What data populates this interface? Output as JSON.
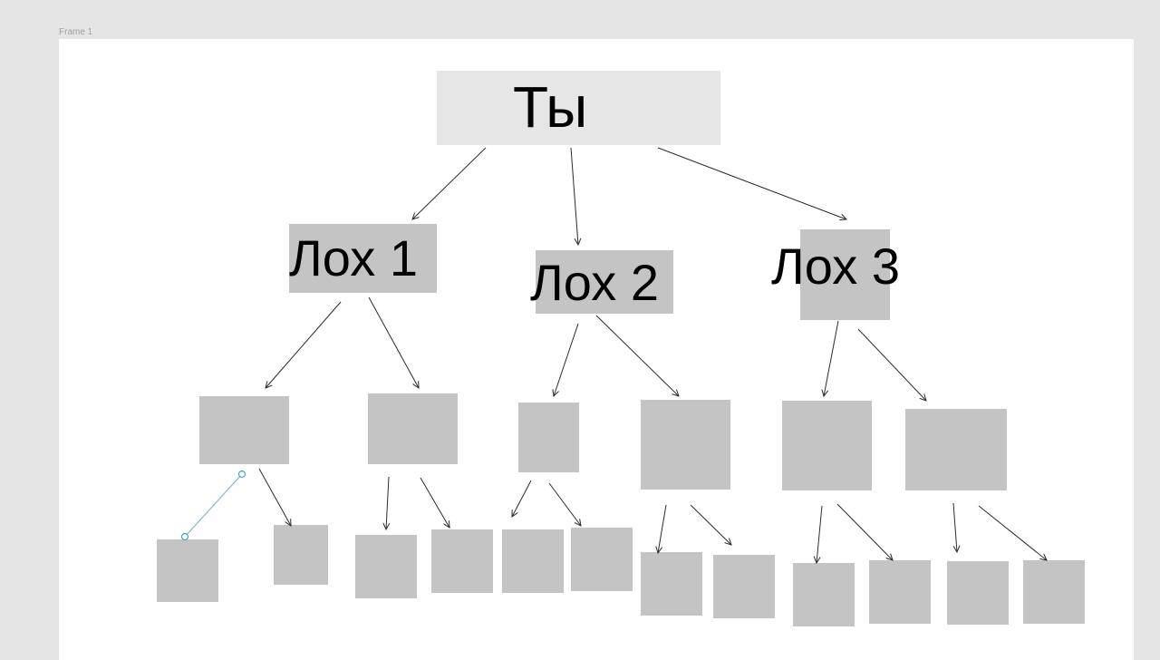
{
  "canvas": {
    "frame_label": "Frame 1"
  },
  "diagram": {
    "root": {
      "label": "Ты"
    },
    "children": [
      {
        "label": "Лох 1"
      },
      {
        "label": "Лох 2"
      },
      {
        "label": "Лох 3"
      }
    ]
  },
  "colors": {
    "canvas_background": "#e5e5e5",
    "frame_background": "#ffffff",
    "root_fill": "#e6e6e6",
    "node_fill": "#c4c4c4",
    "connector": "#2b2b2b",
    "selection": "#3aa6d6"
  }
}
